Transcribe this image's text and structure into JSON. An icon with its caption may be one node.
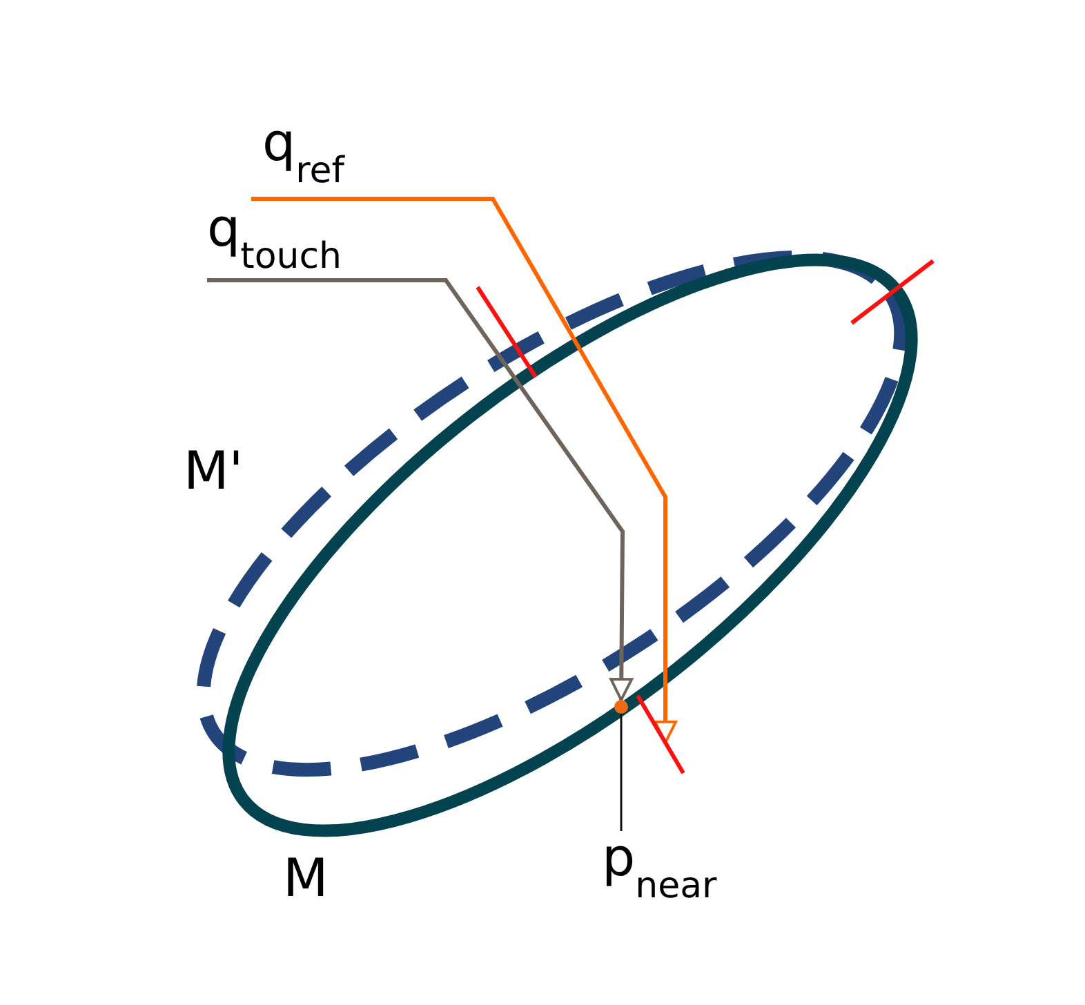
{
  "diagram": {
    "nodes": [
      {
        "text": [
          "q$_{ref}$"
        ]
      },
      {
        "text": [
          "q$_{touch}$"
        ]
      },
      {
        "text": [
          "M'"
        ]
      },
      {
        "text": [
          "M"
        ]
      },
      {
        "text": [
          "p$_{near}$"
        ]
      },
      {
        "text": [],
        "shape": "circle"
      },
      {
        "text": [],
        "shape": "bar"
      }
    ],
    "edges": [
      {
        "from": 0,
        "to": 6,
        "arrow": "to",
        "color": "#ff6600"
      },
      {
        "from": 1,
        "to": 5,
        "arrow": "to",
        "color": "#6e645c"
      },
      {
        "from": 4,
        "to": 5,
        "arrow": "none",
        "color": "#111111"
      }
    ]
  }
}
